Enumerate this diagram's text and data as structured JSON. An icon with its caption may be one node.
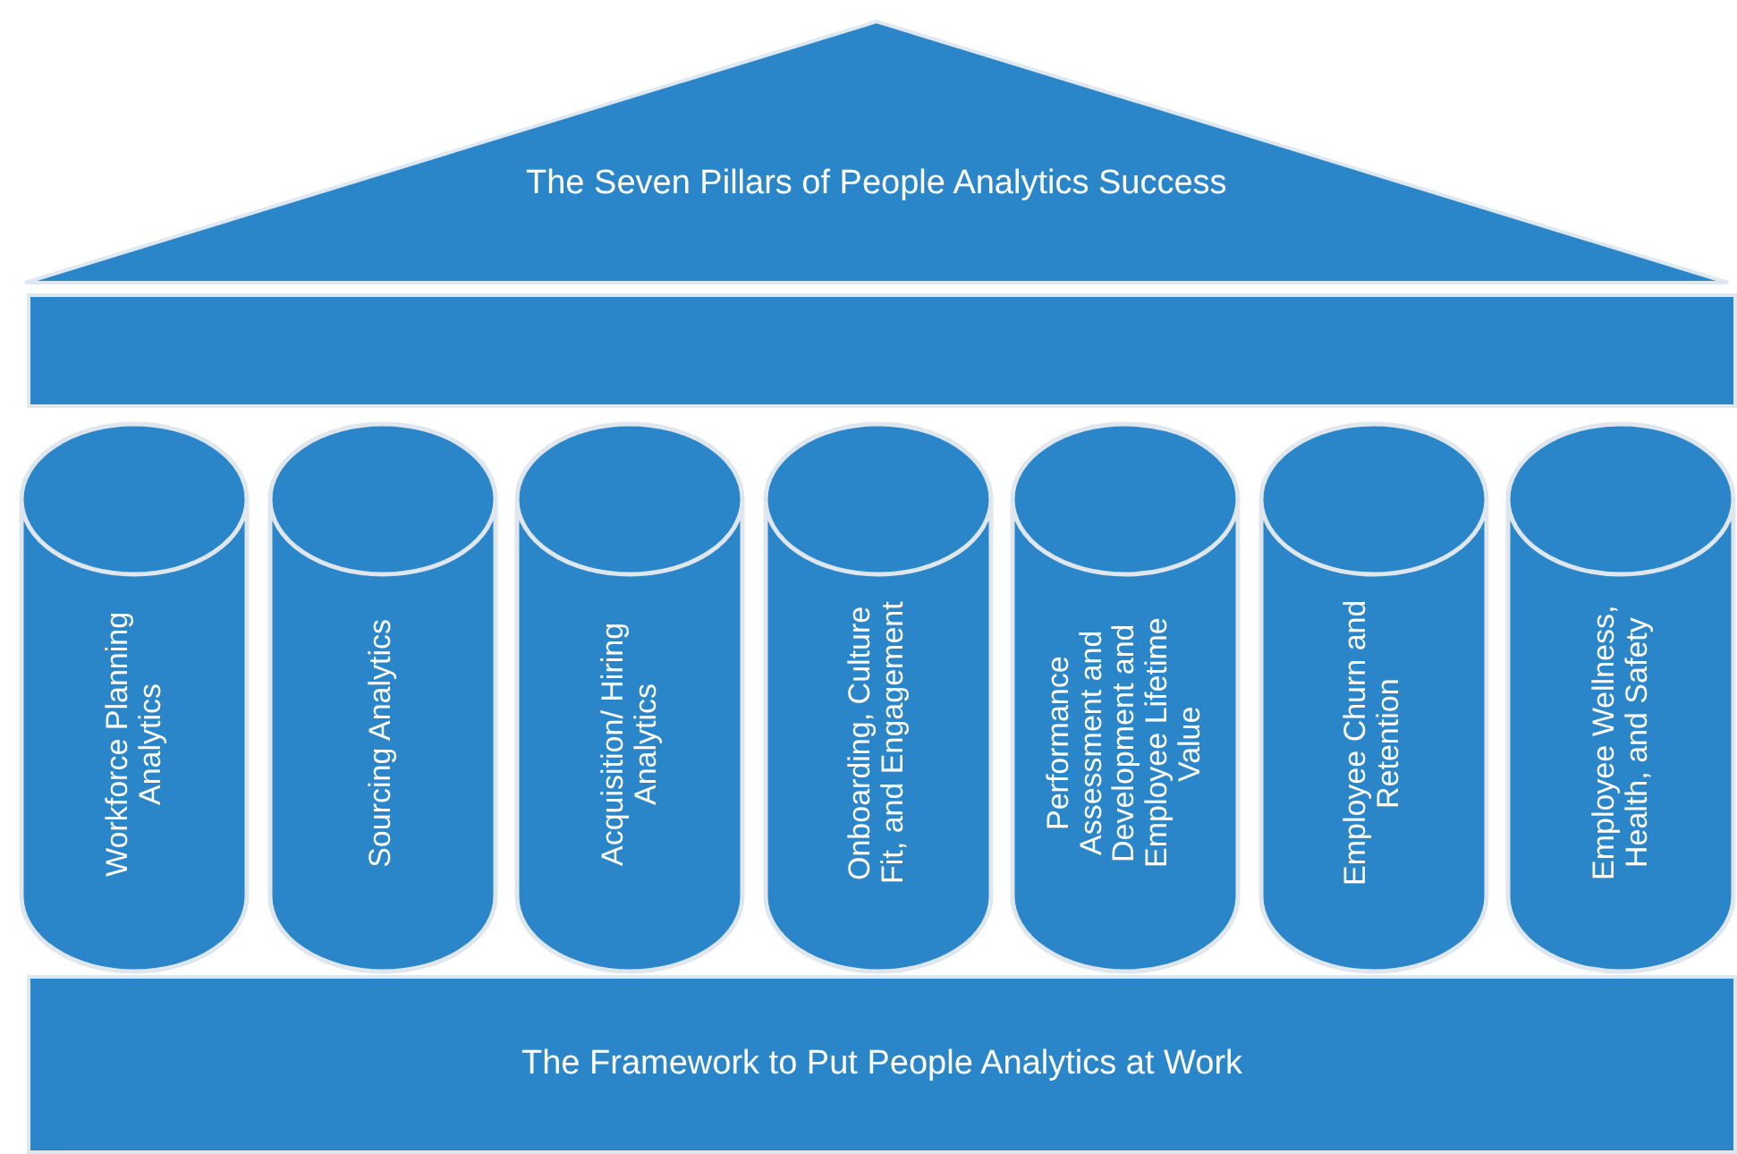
{
  "diagram": {
    "nodes": [
      {
        "text": [
          "The Seven Pillars of People Analytics Success"
        ]
      },
      {
        "text": [],
        "shape": "bar"
      },
      {
        "text": [
          "Workforce Planning Analytics"
        ]
      },
      {
        "text": [
          "Sourcing Analytics"
        ]
      },
      {
        "text": [
          "Acquisition/ Hiring Analytics"
        ]
      },
      {
        "text": [
          "Onboarding, Culture Fit, and Engagement"
        ]
      },
      {
        "text": [
          "Performance Assessment and Development and Employee Lifetime Value"
        ]
      },
      {
        "text": [
          "Employee Churn and Retention"
        ]
      },
      {
        "text": [
          "Employee Wellness, Health, and Safety"
        ]
      },
      {
        "text": [
          "The Framework to Put People Analytics at Work"
        ]
      }
    ],
    "edges": []
  }
}
